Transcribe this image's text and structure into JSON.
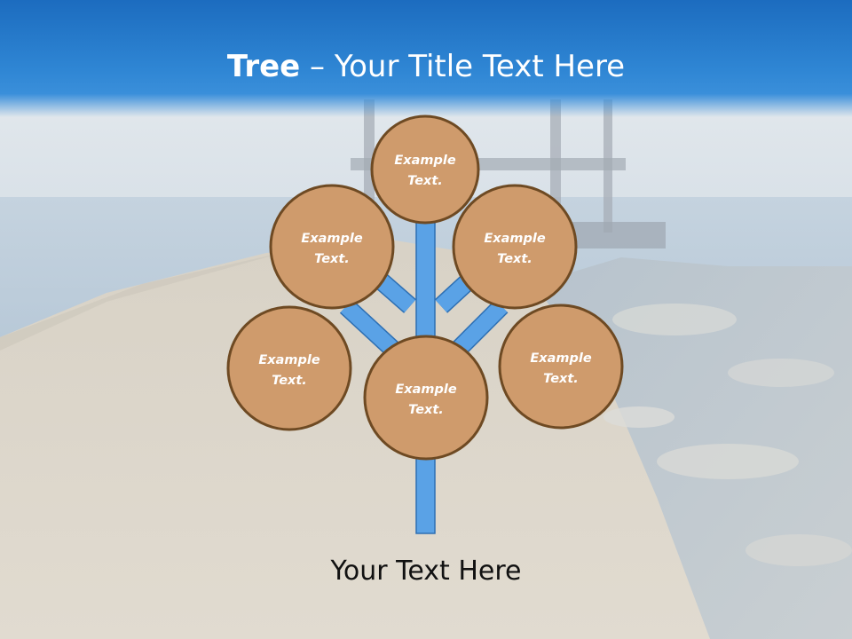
{
  "slide": {
    "title_bold": "Tree",
    "title_rest": " – Your Title Text Here",
    "caption": "Your Text Here",
    "colors": {
      "header": "#2a80d0",
      "trunk": "#5aa2e6",
      "trunk_outline": "#2d6fb3",
      "node_fill": "#cf9b6c",
      "node_outline": "#6e4a23",
      "node_text": "#ffffff"
    }
  },
  "diagram": {
    "nodes": [
      {
        "id": "top",
        "line1": "Example",
        "line2": "Text."
      },
      {
        "id": "upper-left",
        "line1": "Example",
        "line2": "Text."
      },
      {
        "id": "upper-right",
        "line1": "Example",
        "line2": "Text."
      },
      {
        "id": "middle-left",
        "line1": "Example",
        "line2": "Text."
      },
      {
        "id": "center",
        "line1": "Example",
        "line2": "Text."
      },
      {
        "id": "middle-right",
        "line1": "Example",
        "line2": "Text."
      }
    ]
  }
}
